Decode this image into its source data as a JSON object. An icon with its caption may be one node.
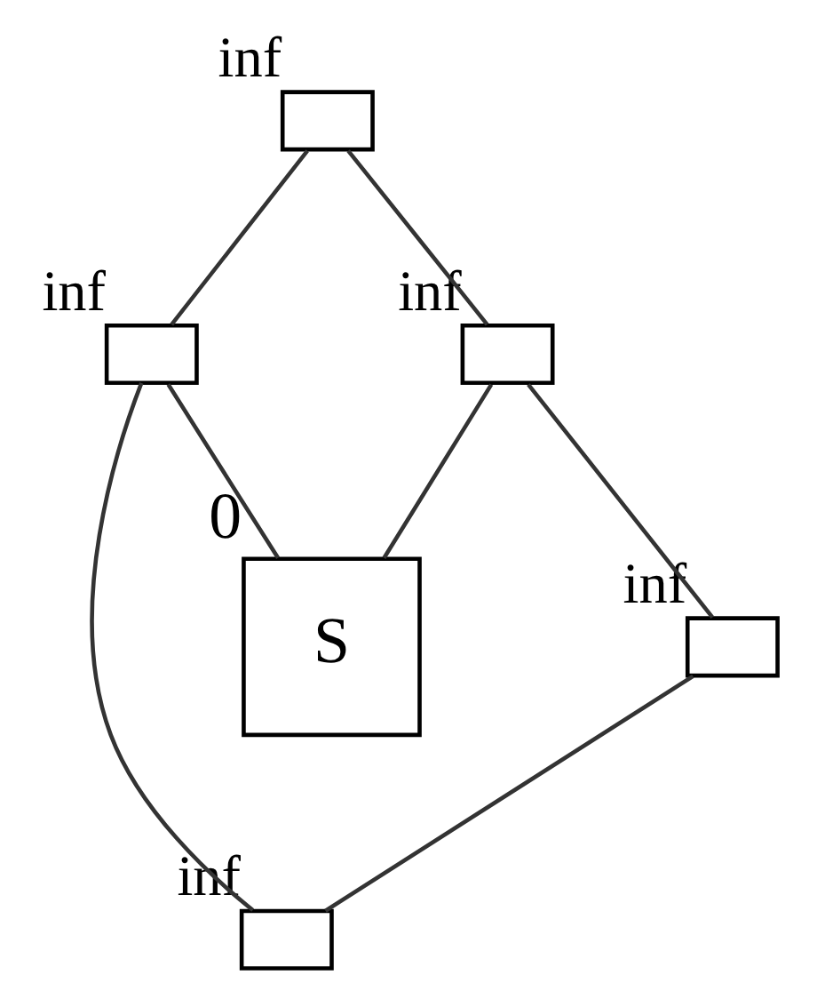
{
  "diagram": {
    "nodes": [
      {
        "text": [],
        "shape": "box",
        "beside": [
          "inf"
        ]
      },
      {
        "text": [],
        "shape": "box",
        "beside": [
          "inf"
        ]
      },
      {
        "text": [],
        "shape": "box",
        "beside": [
          "inf"
        ]
      },
      {
        "text": [
          "S"
        ],
        "beside": [
          "0"
        ]
      },
      {
        "text": [],
        "shape": "box",
        "beside": [
          "inf"
        ]
      },
      {
        "text": [],
        "shape": "box",
        "beside": [
          "inf"
        ]
      }
    ],
    "edges": [
      {
        "from": 0,
        "to": 1,
        "arrow": "none"
      },
      {
        "from": 0,
        "to": 2,
        "arrow": "none"
      },
      {
        "from": 1,
        "to": 3,
        "arrow": "none"
      },
      {
        "from": 2,
        "to": 3,
        "arrow": "none"
      },
      {
        "from": 1,
        "to": 5,
        "arrow": "none"
      },
      {
        "from": 2,
        "to": 4,
        "arrow": "none"
      },
      {
        "from": 4,
        "to": 5,
        "arrow": "none"
      }
    ]
  }
}
